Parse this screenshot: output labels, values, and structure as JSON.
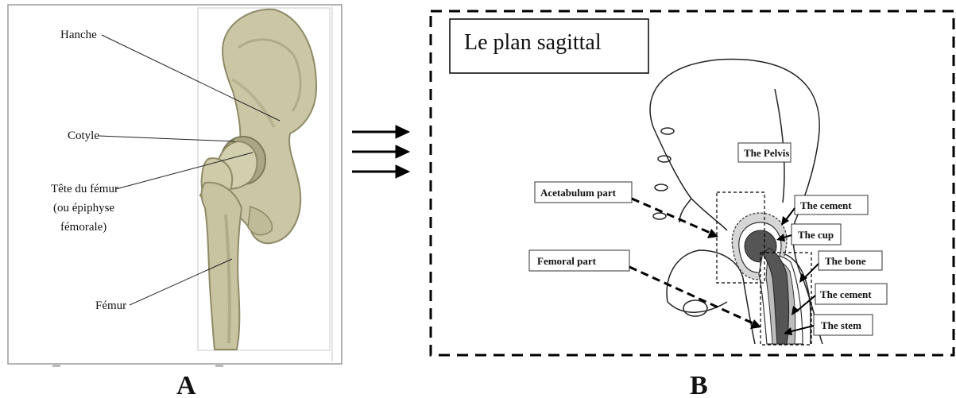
{
  "panel_a": {
    "letter": "A",
    "labels": {
      "hanche": "Hanche",
      "cotyle": "Cotyle",
      "tete_line1": "Tête du fémur",
      "tete_line2": "(ou épiphyse",
      "tete_line3": "fémorale)",
      "femur": "Fémur"
    }
  },
  "panel_b": {
    "letter": "B",
    "title": "Le plan sagittal",
    "labels": {
      "pelvis": "The Pelvis",
      "acetabulum": "Acetabulum part",
      "femoral": "Femoral part",
      "cement_top": "The cement",
      "cup": "The cup",
      "bone": "The bone",
      "cement_bottom": "The cement",
      "stem": "The stem"
    }
  },
  "colors": {
    "bone": "#c9c5a3",
    "bone_shadow": "#8f8b68",
    "implant_dark": "#555555",
    "cement": "#bdbdbd"
  }
}
